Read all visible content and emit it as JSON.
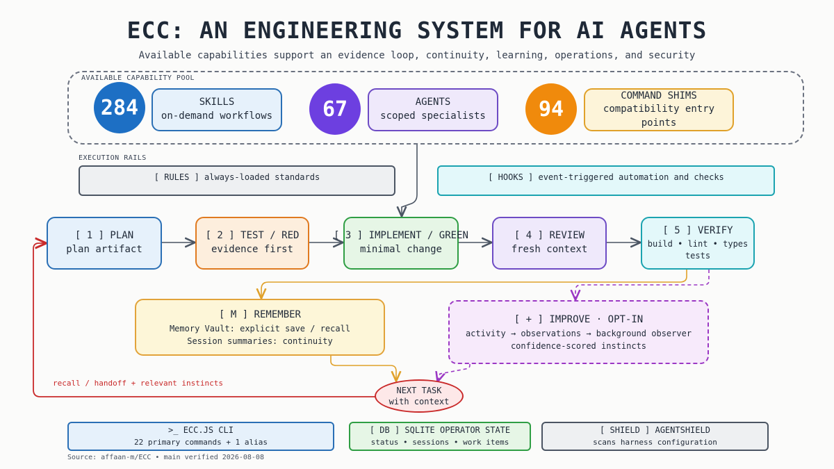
{
  "title": "ECC: AN ENGINEERING SYSTEM FOR AI AGENTS",
  "subtitle": "Available capabilities support an evidence loop, continuity, learning, operations, and security",
  "pool": {
    "label": "AVAILABLE CAPABILITY POOL",
    "items": [
      {
        "count": "284",
        "name": "SKILLS",
        "desc": "on-demand workflows",
        "color": "#1d6fc4"
      },
      {
        "count": "67",
        "name": "AGENTS",
        "desc": "scoped specialists",
        "color": "#6d3fe0"
      },
      {
        "count": "94",
        "name": "COMMAND SHIMS",
        "desc": "compatibility entry points",
        "color": "#f08a0c"
      }
    ]
  },
  "rails": {
    "label": "EXECUTION RAILS",
    "rules": "[ RULES ]  always-loaded standards",
    "hooks": "[ HOOKS ]  event-triggered automation and checks"
  },
  "loop": [
    {
      "title": "[ 1 ] PLAN",
      "sub": "plan artifact"
    },
    {
      "title": "[ 2 ] TEST / RED",
      "sub": "evidence first"
    },
    {
      "title": "[ 3 ] IMPLEMENT / GREEN",
      "sub": "minimal change"
    },
    {
      "title": "[ 4 ] REVIEW",
      "sub": "fresh context"
    },
    {
      "title": "[ 5 ] VERIFY",
      "sub": "build • lint • types",
      "sub2": "tests"
    }
  ],
  "remember": {
    "title": "[ M ] REMEMBER",
    "line1": "Memory Vault: explicit save / recall",
    "line2": "Session summaries: continuity"
  },
  "improve": {
    "title": "[ + ] IMPROVE · OPT-IN",
    "line1": "activity → observations → background observer",
    "line2": "confidence-scored instincts"
  },
  "next_task": {
    "line1": "NEXT TASK",
    "line2": "with context"
  },
  "recall_label": "recall / handoff + relevant instincts",
  "bottom": {
    "cli": {
      "title": ">_  ECC.JS CLI",
      "sub": "22 primary commands + 1 alias"
    },
    "db": {
      "title": "[ DB ] SQLITE OPERATOR STATE",
      "sub": "status • sessions • work items"
    },
    "shield": {
      "title": "[ SHIELD ] AGENTSHIELD",
      "sub": "scans harness configuration"
    }
  },
  "source": "Source: affaan-m/ECC • main verified 2026-08-08",
  "colors": {
    "plan": "#1d6fc4",
    "test": "#e07a20",
    "implement": "#2f9e44",
    "review": "#6d3fe0",
    "verify": "#0fa3b1",
    "remember": "#e2a33a",
    "improve": "#9b38c4",
    "next": "#c92a2a"
  }
}
